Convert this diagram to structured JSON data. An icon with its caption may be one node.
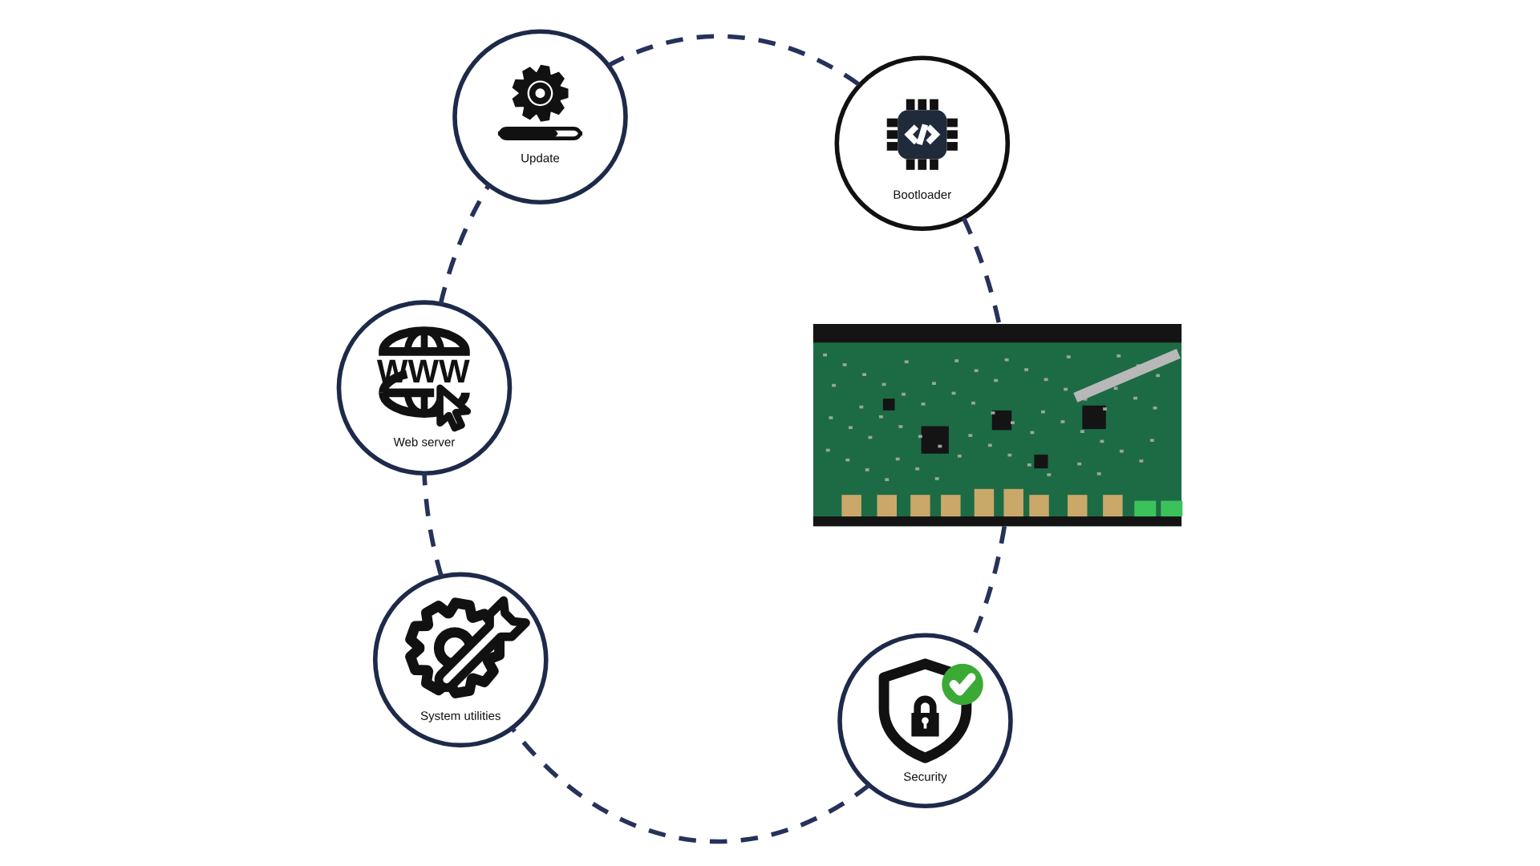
{
  "diagram": {
    "nodes": [
      {
        "text": [
          "Update"
        ]
      },
      {
        "text": [
          "Bootloader"
        ]
      },
      {
        "text": [
          "WWW",
          "Web server"
        ]
      },
      {
        "text": [],
        "shape": "picture"
      },
      {
        "text": [
          "System utilities"
        ]
      },
      {
        "text": [
          "Security"
        ]
      }
    ],
    "edges": [
      {
        "from": 0,
        "to": 1,
        "arrow": "none",
        "style": "dashed"
      },
      {
        "from": 1,
        "to": 3,
        "arrow": "none",
        "style": "dashed"
      },
      {
        "from": 3,
        "to": 5,
        "arrow": "none",
        "style": "dashed"
      },
      {
        "from": 5,
        "to": 4,
        "arrow": "none",
        "style": "dashed"
      },
      {
        "from": 4,
        "to": 2,
        "arrow": "none",
        "style": "dashed"
      },
      {
        "from": 2,
        "to": 0,
        "arrow": "none",
        "style": "dashed"
      }
    ]
  }
}
